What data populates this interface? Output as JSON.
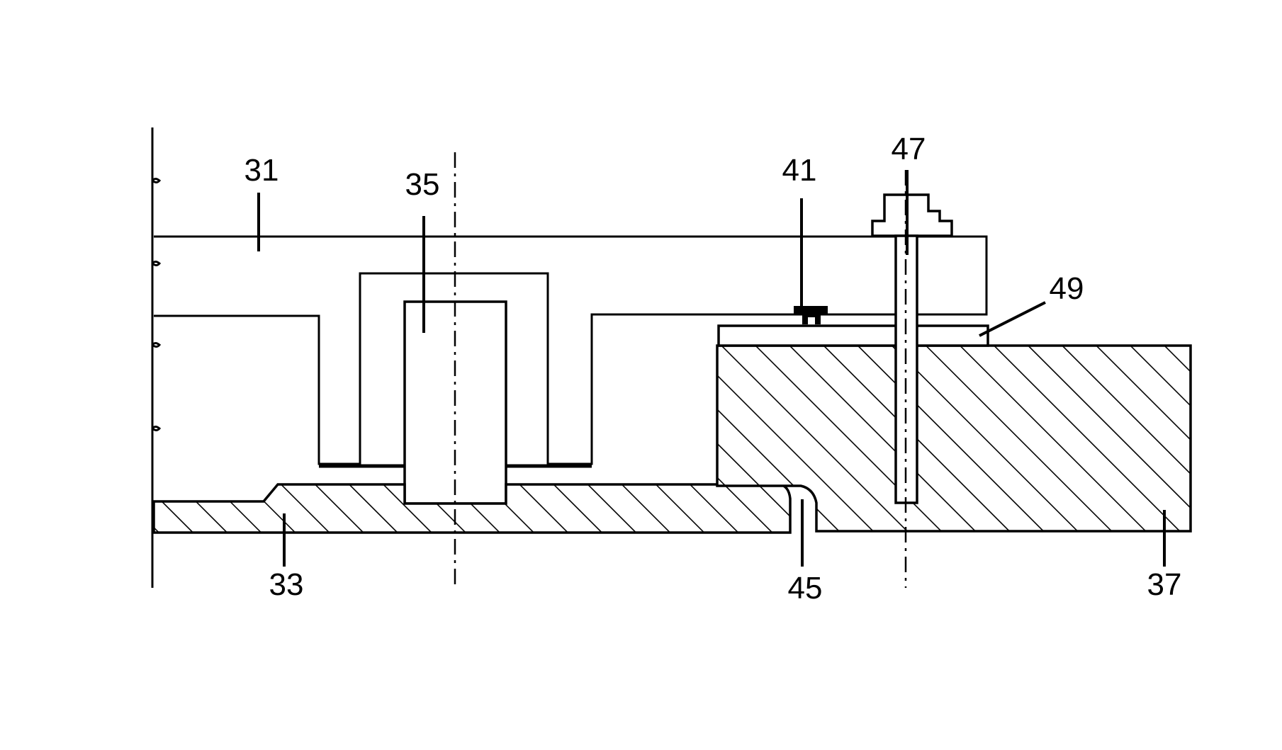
{
  "figure": {
    "labels": {
      "ref_31": "31",
      "ref_33": "33",
      "ref_35": "35",
      "ref_37": "37",
      "ref_41": "41",
      "ref_45": "45",
      "ref_47": "47",
      "ref_49": "49"
    }
  }
}
